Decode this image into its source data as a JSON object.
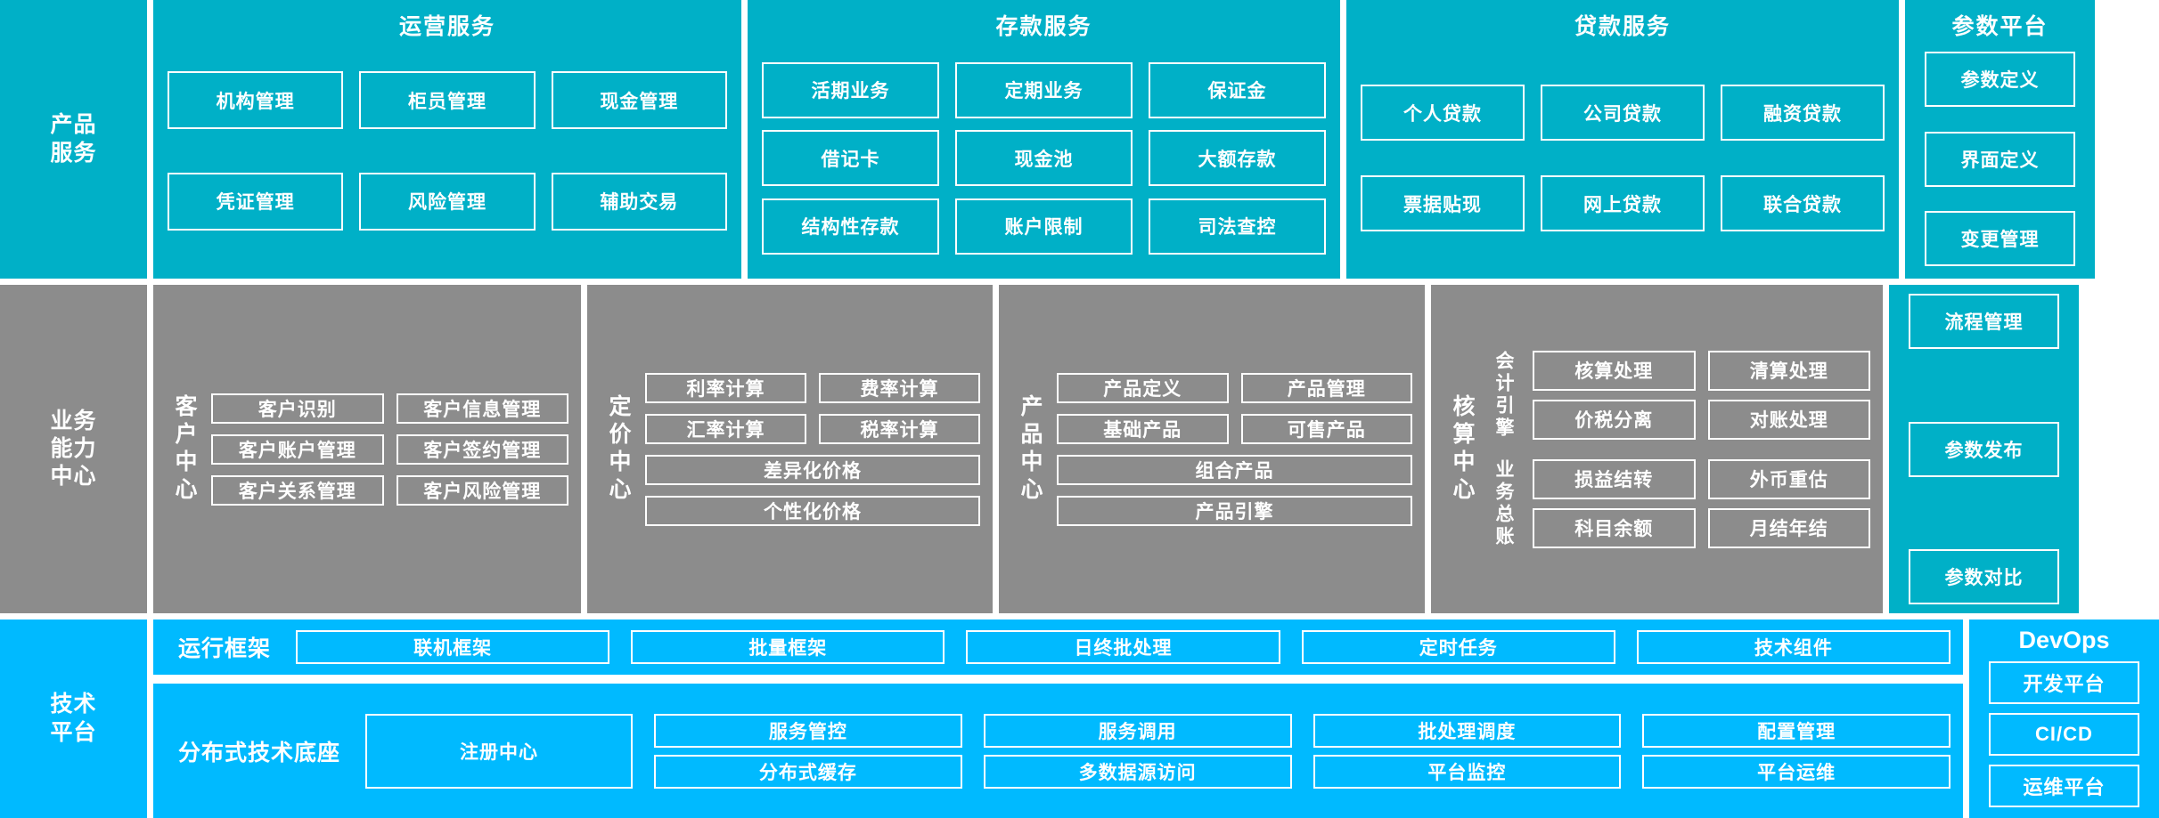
{
  "colors": {
    "teal": "#00b0c7",
    "gray": "#8c8c8c",
    "blue": "#00baff",
    "border": "#ffffff"
  },
  "layers": {
    "product_services": {
      "rail_label": "产品\n服务"
    },
    "business_capability": {
      "rail_label": "业务\n能力\n中心"
    },
    "technology_platform": {
      "rail_label": "技术\n平台"
    }
  },
  "product_services": {
    "rail": "产品 服务",
    "groups": [
      {
        "title": "运营服务",
        "rows": [
          [
            "机构管理",
            "柜员管理",
            "现金管理"
          ],
          [
            "凭证管理",
            "风险管理",
            "辅助交易"
          ]
        ]
      },
      {
        "title": "存款服务",
        "rows": [
          [
            "活期业务",
            "定期业务",
            "保证金"
          ],
          [
            "借记卡",
            "现金池",
            "大额存款"
          ],
          [
            "结构性存款",
            "账户限制",
            "司法查控"
          ]
        ]
      },
      {
        "title": "贷款服务",
        "rows": [
          [
            "个人贷款",
            "公司贷款",
            "融资贷款"
          ],
          [
            "票据贴现",
            "网上贷款",
            "联合贷款"
          ]
        ]
      }
    ]
  },
  "param_platform": {
    "title": "参数平台",
    "top_items": [
      "参数定义",
      "界面定义",
      "变更管理"
    ],
    "mid_items": [
      "流程管理",
      "参数发布",
      "参数对比"
    ]
  },
  "business_capability": {
    "rail": "业务 能力 中心",
    "centers": [
      {
        "name": "客户中心",
        "rows": [
          [
            "客户识别",
            "客户信息管理"
          ],
          [
            "客户账户管理",
            "客户签约管理"
          ],
          [
            "客户关系管理",
            "客户风险管理"
          ]
        ]
      },
      {
        "name": "定价中心",
        "rows": [
          [
            "利率计算",
            "费率计算"
          ],
          [
            "汇率计算",
            "税率计算"
          ],
          [
            "差异化价格"
          ],
          [
            "个性化价格"
          ]
        ]
      },
      {
        "name": "产品中心",
        "rows": [
          [
            "产品定义",
            "产品管理"
          ],
          [
            "基础产品",
            "可售产品"
          ],
          [
            "组合产品"
          ],
          [
            "产品引擎"
          ]
        ]
      },
      {
        "name": "核算中心",
        "subgroups": [
          {
            "name": "会计引擎",
            "rows": [
              [
                "核算处理",
                "清算处理"
              ],
              [
                "价税分离",
                "对账处理"
              ]
            ]
          },
          {
            "name": "业务总账",
            "rows": [
              [
                "损益结转",
                "外币重估"
              ],
              [
                "科目余额",
                "月结年结"
              ]
            ]
          }
        ]
      }
    ]
  },
  "technology_platform": {
    "rail": "技术 平台",
    "rows": [
      {
        "name": "运行框架",
        "columns": [
          [
            "联机框架"
          ],
          [
            "批量框架"
          ],
          [
            "日终批处理"
          ],
          [
            "定时任务"
          ],
          [
            "技术组件"
          ]
        ]
      },
      {
        "name": "分布式技术底座",
        "columns": [
          [
            "注册中心"
          ],
          [
            "服务管控",
            "分布式缓存"
          ],
          [
            "服务调用",
            "多数据源访问"
          ],
          [
            "批处理调度",
            "平台监控"
          ],
          [
            "配置管理",
            "平台运维"
          ]
        ]
      }
    ]
  },
  "devops": {
    "title": "DevOps",
    "items": [
      "开发平台",
      "CI/CD",
      "运维平台"
    ]
  }
}
